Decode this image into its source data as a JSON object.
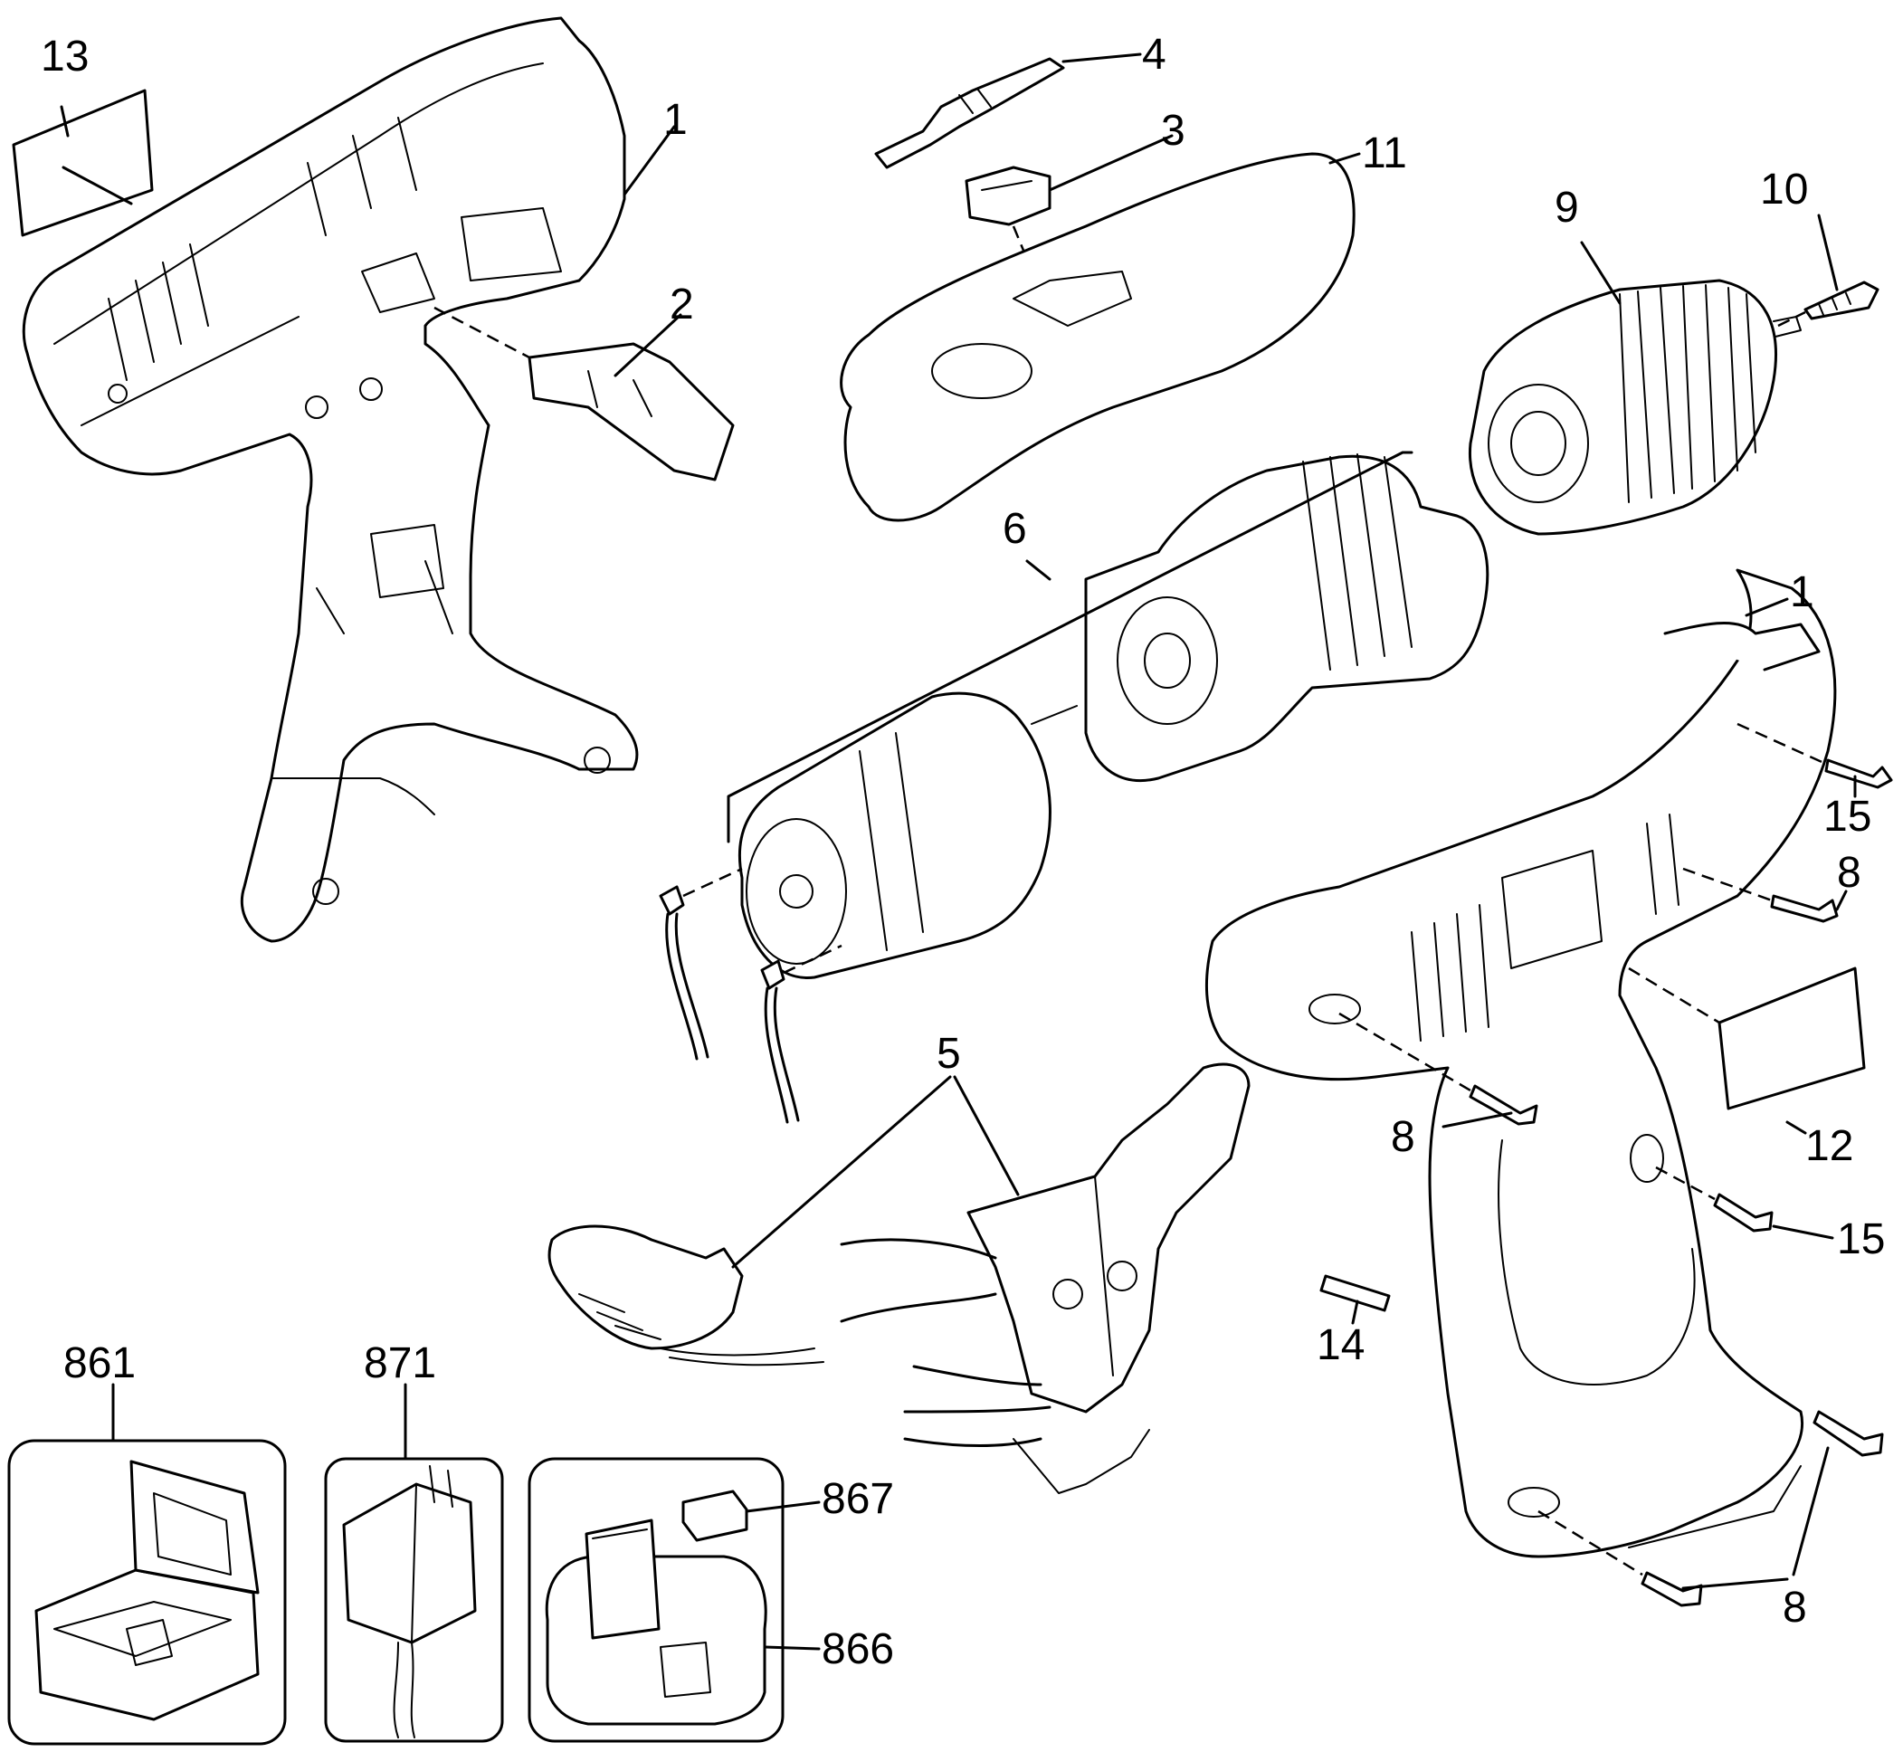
{
  "parts": {
    "p1a": "1",
    "p1b": "1",
    "p2": "2",
    "p3": "3",
    "p4": "4",
    "p5": "5",
    "p6": "6",
    "p8a": "8",
    "p8b": "8",
    "p8c": "8",
    "p9": "9",
    "p10": "10",
    "p11": "11",
    "p12": "12",
    "p13": "13",
    "p14": "14",
    "p15a": "15",
    "p15b": "15",
    "p861": "861",
    "p866": "866",
    "p867": "867",
    "p871": "871"
  }
}
